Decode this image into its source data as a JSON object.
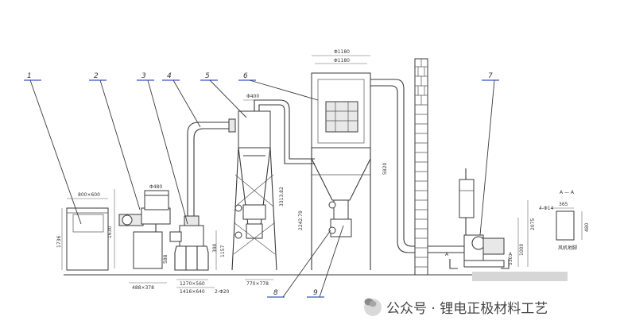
{
  "labels": {
    "n1": "1",
    "n2": "2",
    "n3": "3",
    "n4": "4",
    "n5": "5",
    "n6": "6",
    "n7": "7",
    "n8": "8",
    "n9": "9"
  },
  "dims": {
    "d800x600": "800×600",
    "d480": "Φ480",
    "d400": "Φ400",
    "d1180_top": "Φ1180",
    "d1180": "Φ1180",
    "d1630": "1630",
    "d488x378": "488×378",
    "d1270x560": "1270×560",
    "d1416x640": "1416×640",
    "d2x020": "2-Φ20",
    "d770x778": "770×778",
    "d3313": "3313.82",
    "d2242": "2242.79",
    "d5820": "5820",
    "d2075": "2075",
    "d1000": "1000",
    "d1157": "1157",
    "d390": "390",
    "d588": "588",
    "d530": "530",
    "d1736": "1736",
    "d365": "365",
    "d480b": "480",
    "d4x014": "4-Φ14",
    "aa": "A — A",
    "a1": "A",
    "a2": "A",
    "section_note": "风机地脚"
  },
  "watermark": {
    "text": "公众号 · 锂电正极材料工艺",
    "icon": "wechat-icon"
  }
}
